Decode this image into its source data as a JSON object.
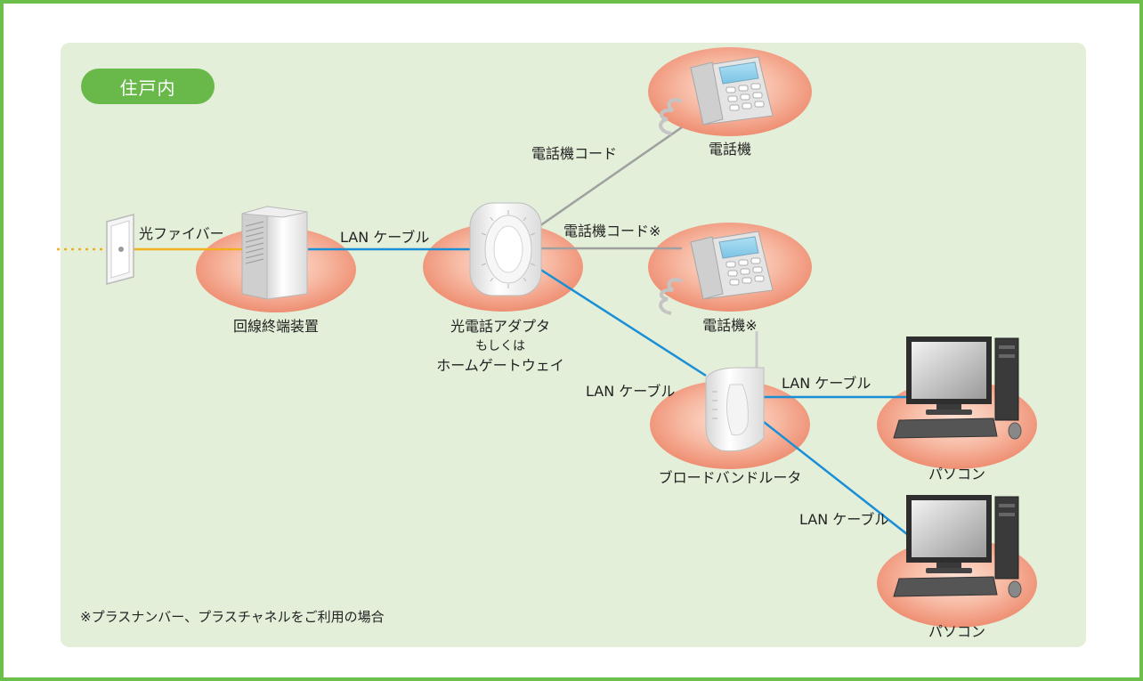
{
  "area_label": "住戸内",
  "labels": {
    "fiber": "光ファイバー",
    "ont": "回線終端装置",
    "lan_cable_1": "LAN ケーブル",
    "adapter_line1": "光電話アダプタ",
    "adapter_line2": "もしくは",
    "adapter_line3": "ホームゲートウェイ",
    "phone_cord_1": "電話機コード",
    "phone_1": "電話機",
    "phone_cord_2": "電話機コード※",
    "phone_2": "電話機※",
    "lan_cable_2": "LAN ケーブル",
    "router": "ブロードバンドルータ",
    "lan_cable_3": "LAN ケーブル",
    "pc_1": "パソコン",
    "lan_cable_4": "LAN ケーブル",
    "pc_2": "パソコン"
  },
  "footnote": "※プラスナンバー、プラスチャネルをご利用の場合",
  "colors": {
    "frame": "#6bbf4a",
    "panel": "#e3efd9",
    "pill": "#69b94a",
    "fiber_line": "#f2b01e",
    "lan_line": "#1b8fd6",
    "phone_line": "#a0a0a0",
    "device_halo": "#f4a68c"
  }
}
